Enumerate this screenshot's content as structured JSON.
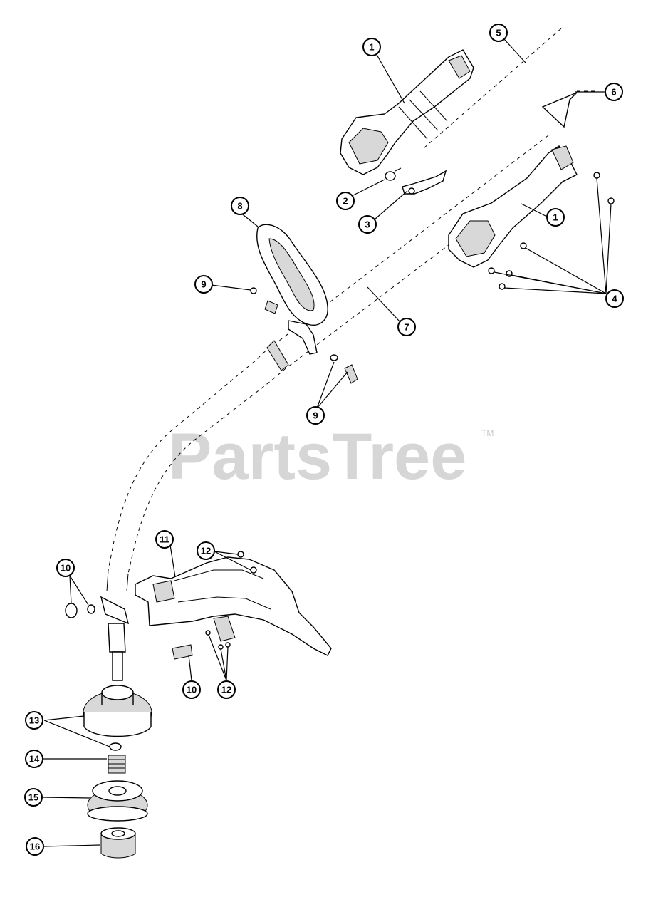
{
  "watermark": {
    "text": "PartsTree",
    "trademark": "TM"
  },
  "callouts": [
    {
      "id": "c1a",
      "label": "1"
    },
    {
      "id": "c5",
      "label": "5"
    },
    {
      "id": "c6",
      "label": "6"
    },
    {
      "id": "c2",
      "label": "2"
    },
    {
      "id": "c3",
      "label": "3"
    },
    {
      "id": "c1b",
      "label": "1"
    },
    {
      "id": "c8",
      "label": "8"
    },
    {
      "id": "c9a",
      "label": "9"
    },
    {
      "id": "c4",
      "label": "4"
    },
    {
      "id": "c7",
      "label": "7"
    },
    {
      "id": "c9b",
      "label": "9"
    },
    {
      "id": "c11",
      "label": "11"
    },
    {
      "id": "c12a",
      "label": "12"
    },
    {
      "id": "c10a",
      "label": "10"
    },
    {
      "id": "c10b",
      "label": "10"
    },
    {
      "id": "c12b",
      "label": "12"
    },
    {
      "id": "c13",
      "label": "13"
    },
    {
      "id": "c14",
      "label": "14"
    },
    {
      "id": "c15",
      "label": "15"
    },
    {
      "id": "c16",
      "label": "16"
    }
  ]
}
